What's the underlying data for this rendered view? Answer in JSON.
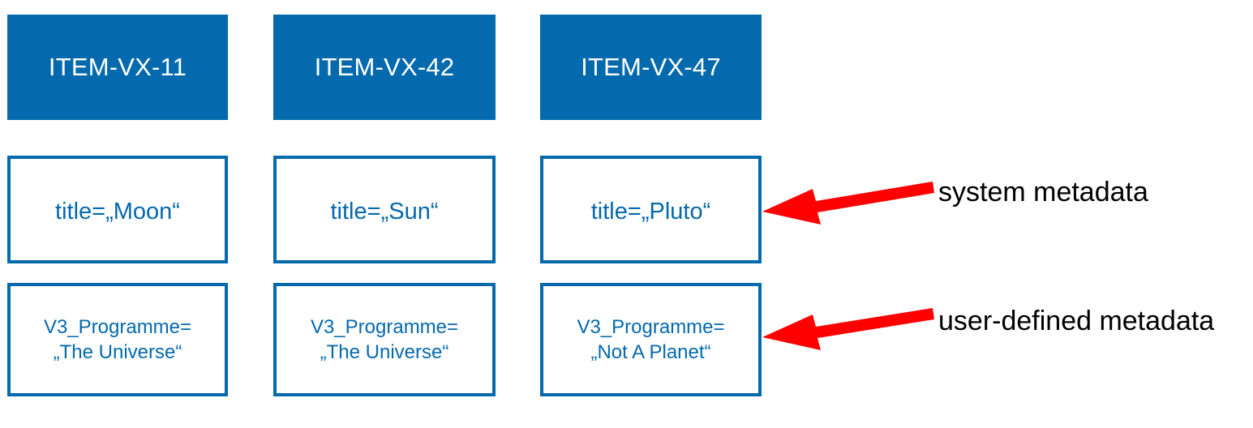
{
  "diagram": {
    "type": "metadata-structure",
    "columns": [
      {
        "id": "item-vx-11",
        "header": "ITEM-VX-11",
        "system_metadata": "title=„Moon“",
        "user_metadata": "V3_Programme=\n„The Universe“"
      },
      {
        "id": "item-vx-42",
        "header": "ITEM-VX-42",
        "system_metadata": "title=„Sun“",
        "user_metadata": "V3_Programme=\n„The Universe“"
      },
      {
        "id": "item-vx-47",
        "header": "ITEM-VX-47",
        "system_metadata": "title=„Pluto“",
        "user_metadata": "V3_Programme=\n„Not A Planet“"
      }
    ],
    "annotations": [
      {
        "id": "system-metadata-annotation",
        "label": "system metadata",
        "icon": "left-arrow-icon"
      },
      {
        "id": "user-metadata-annotation",
        "label": "user-defined metadata",
        "icon": "left-arrow-icon"
      }
    ],
    "colors": {
      "brand_blue": "#0469AD",
      "arrow_red": "#FF0000",
      "header_text": "#FFFFFF",
      "label_text": "#000000",
      "background": "#FFFFFF"
    }
  }
}
